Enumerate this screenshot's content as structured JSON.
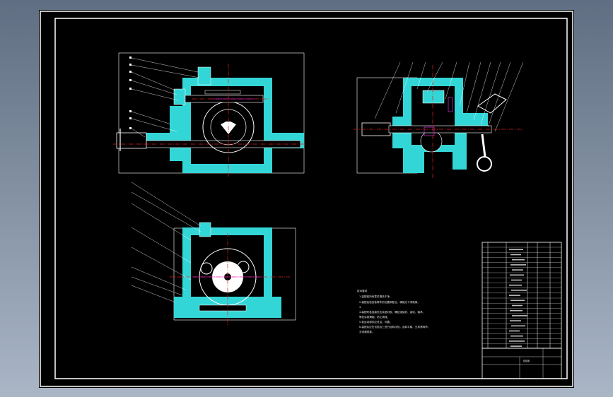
{
  "colors": {
    "viewport_top": "#5f6e82",
    "viewport_bottom": "#aab6c6",
    "sheet": "#000000",
    "frame": "#ffffff",
    "section_fill": "#33d6d6",
    "outline": "#ffffff",
    "centerline": "#e02020",
    "highlight": "#ff33ff",
    "text": "#e6e6e6"
  },
  "drawing": {
    "views": [
      "front-section-view",
      "side-section-view",
      "bottom-section-view"
    ],
    "notes_title": "技术要求",
    "notes_lines": [
      "1.装配前所有零件清洗干净。",
      "2.装配后检查各零件的位置和配合，确保无卡滞现象。",
      "3.",
      "4.装配时各连接处应涂密封胶，螺纹连接处、齿轮、轴承、",
      "等处涂润滑脂，防止锈蚀。",
      "5.各运动部件应灵活、可靠。",
      "6.装配后应在试验台上进行运转试验，运转平稳、无异常响声，",
      "无渗漏现象。"
    ],
    "title_block_caption": "装配图"
  }
}
